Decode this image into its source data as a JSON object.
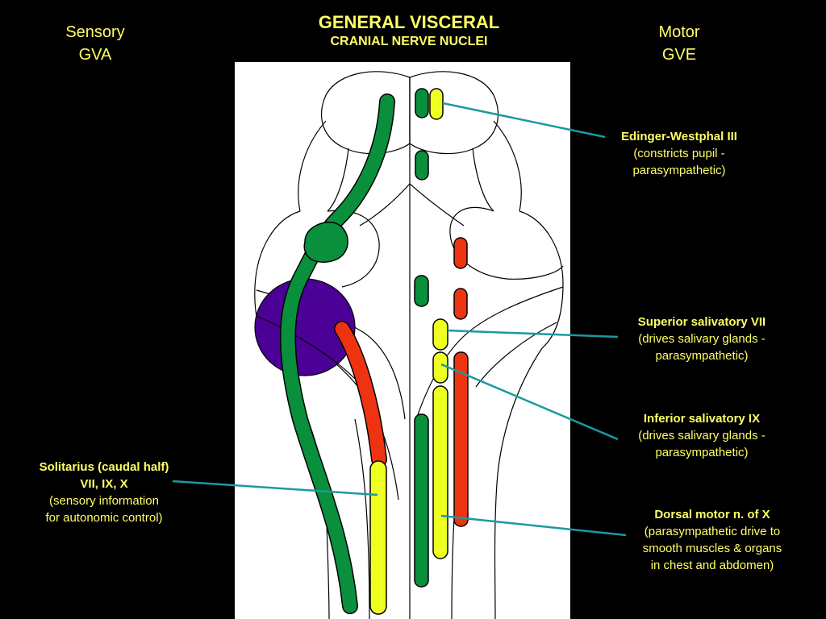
{
  "title": {
    "line1": "GENERAL VISCERAL",
    "line2": "CRANIAL NERVE NUCLEI"
  },
  "sensory": {
    "line1": "Sensory",
    "line2": "GVA"
  },
  "motor": {
    "line1": "Motor",
    "line2": "GVE"
  },
  "labels": {
    "edinger_westphal": {
      "name": "Edinger-Westphal III",
      "line2": "(constricts pupil -",
      "line3": "parasympathetic)"
    },
    "superior_salivatory": {
      "name": "Superior salivatory VII",
      "line2": "(drives salivary glands -",
      "line3": "parasympathetic)"
    },
    "inferior_salivatory": {
      "name": "Inferior salivatory IX",
      "line2": "(drives salivary glands -",
      "line3": "parasympathetic)"
    },
    "dorsal_motor": {
      "name": "Dorsal motor n. of X",
      "line2": "(parasympathetic drive to",
      "line3": "smooth muscles & organs",
      "line4": "in chest and abdomen)"
    },
    "solitarius": {
      "name": "Solitarius (caudal half)",
      "line2": "VII, IX, X",
      "line3": "(sensory information",
      "line4": "for autonomic control)"
    }
  },
  "colors": {
    "background": "#000000",
    "panel": "#ffffff",
    "text": "#ffff66",
    "gva_green": "#0a8f3c",
    "gve_green": "#0a8f3c",
    "yellow_nucleus": "#eeff22",
    "red_nucleus": "#ee3311",
    "purple_structure": "#4b0096",
    "pointer_line": "#1a9aa0",
    "outline": "#000000"
  }
}
